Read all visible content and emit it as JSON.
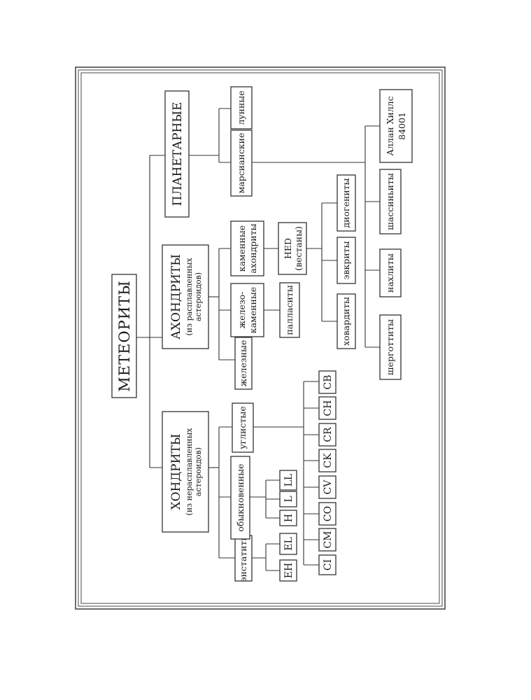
{
  "title": "МЕТЕОРИТЫ",
  "categories": {
    "chondrites": {
      "name": "ХОНДРИТЫ",
      "note1": "(из нерасплавленных",
      "note2": "астероидов)"
    },
    "achondrites": {
      "name": "АХОНДРИТЫ",
      "note1": "(из расплавленных",
      "note2": "астероидов)"
    },
    "planetary": {
      "name": "ПЛАНЕТАРНЫЕ"
    }
  },
  "chondrite_groups": {
    "enstatite": "энстатиты",
    "ordinary": "обыкновенные",
    "carbonaceous": "углистые"
  },
  "enstatite_types": [
    "EH",
    "EL"
  ],
  "ordinary_types": [
    "H",
    "L",
    "LL"
  ],
  "carbonaceous_types": [
    "CI",
    "CM",
    "CO",
    "CV",
    "CK",
    "CR",
    "CH",
    "CB"
  ],
  "achondrite_groups": {
    "iron": "железные",
    "stony_iron_1": "железо-",
    "stony_iron_2": "каменные",
    "stony_1": "каменные",
    "stony_2": "ахондриты"
  },
  "pallasites": "палласиты",
  "hed": {
    "line1": "HED",
    "line2": "(вестаны)"
  },
  "hed_types": [
    "ховардиты",
    "эвкриты",
    "диогениты"
  ],
  "planetary_groups": {
    "martian": "марсианские",
    "lunar": "лунные"
  },
  "martian_types": [
    "шерготтиты",
    "нахлиты",
    "шассиньиты"
  ],
  "alh": {
    "line1": "Аллан Хиллс",
    "line2": "84001"
  }
}
